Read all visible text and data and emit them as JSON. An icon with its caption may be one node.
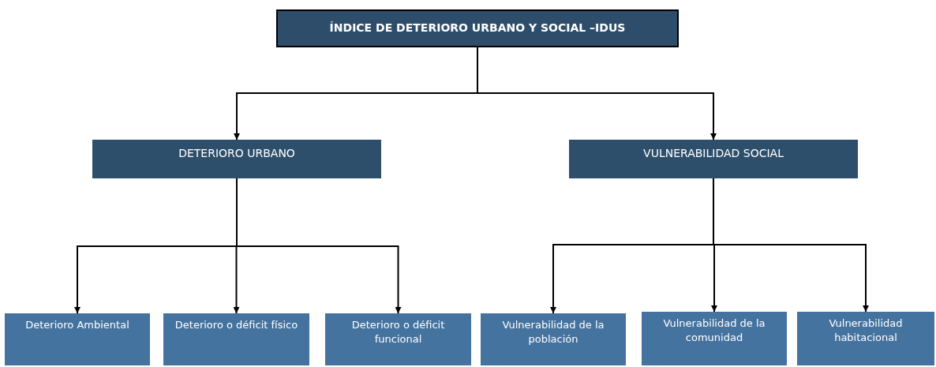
{
  "diagram": {
    "nodes": [
      {
        "text": [
          "ÍNDICE DE DETERIORO URBANO Y SOCIAL –IDUS"
        ]
      },
      {
        "text": [
          "DETERIORO URBANO"
        ]
      },
      {
        "text": [
          "VULNERABILIDAD SOCIAL"
        ]
      },
      {
        "text": [
          "Deterioro Ambiental"
        ]
      },
      {
        "text": [
          "Deterioro o déficit físico"
        ]
      },
      {
        "text": [
          "Deterioro o déficit funcional"
        ]
      },
      {
        "text": [
          "Vulnerabilidad de la población"
        ]
      },
      {
        "text": [
          "Vulnerabilidad de la comunidad"
        ]
      },
      {
        "text": [
          "Vulnerabilidad habitacional"
        ]
      }
    ],
    "edges": [
      {
        "from": 0,
        "to": 1,
        "arrow": "to"
      },
      {
        "from": 0,
        "to": 2,
        "arrow": "to"
      },
      {
        "from": 1,
        "to": 3,
        "arrow": "to"
      },
      {
        "from": 1,
        "to": 4,
        "arrow": "to"
      },
      {
        "from": 1,
        "to": 5,
        "arrow": "to"
      },
      {
        "from": 2,
        "to": 6,
        "arrow": "to"
      },
      {
        "from": 2,
        "to": 7,
        "arrow": "to"
      },
      {
        "from": 2,
        "to": 8,
        "arrow": "to"
      }
    ]
  }
}
